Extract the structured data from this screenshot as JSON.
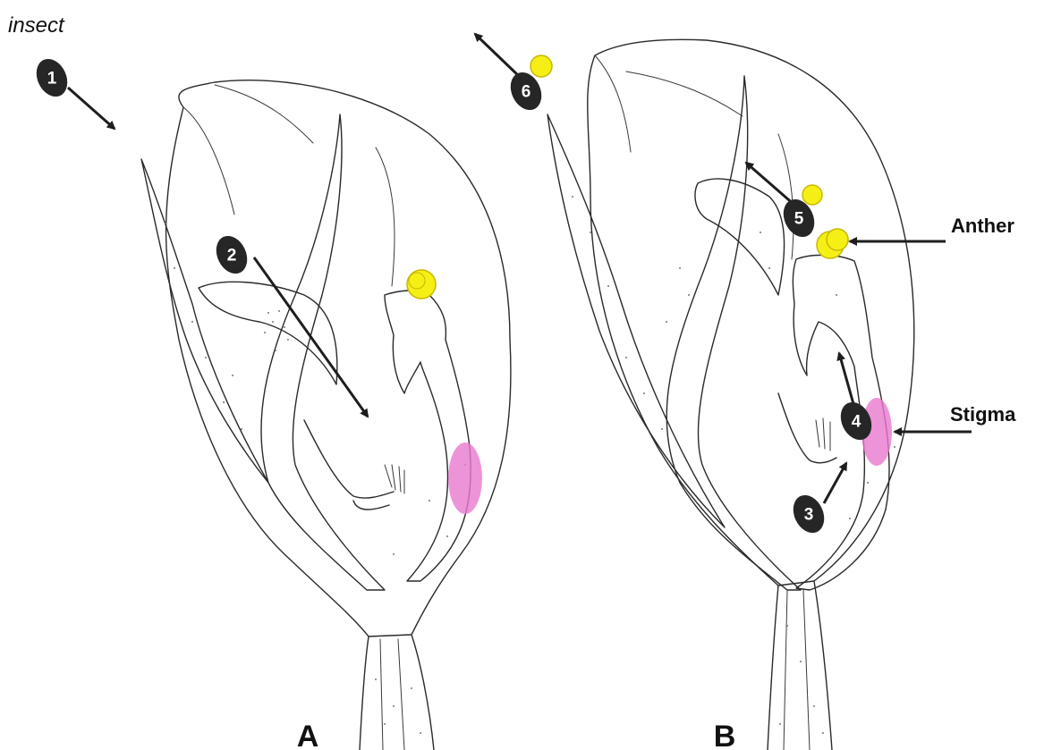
{
  "labels": {
    "insect": "insect",
    "anther": "Anther",
    "stigma": "Stigma",
    "panel_a": "A",
    "panel_b": "B"
  },
  "steps": [
    "1",
    "2",
    "3",
    "4",
    "5",
    "6"
  ],
  "colors": {
    "pollen": "#f5ef16",
    "pollen_stroke": "#c9b800",
    "stigma": "#e879cf",
    "badge": "#262626",
    "arrow": "#1e1e1e"
  }
}
